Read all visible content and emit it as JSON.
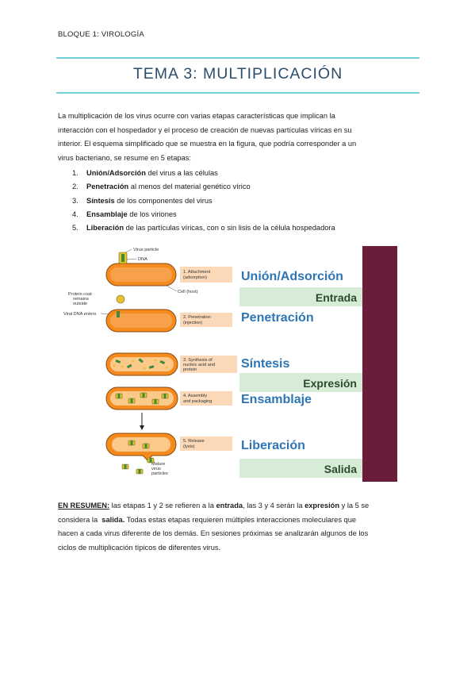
{
  "header": {
    "section": "BLOQUE 1: VIROLOGÍA"
  },
  "title": "TEMA 3: MULTIPLICACIÓN",
  "intro": {
    "line1": "La multiplicación de los virus ocurre con varias etapas características que implican la",
    "line2": "interacción con el hospedador y el proceso de creación de nuevas partículas víricas en su",
    "line3": "interior. El esquema simplificado que se muestra en la figura, que podría corresponder a un",
    "line4": "virus bacteriano, se resume en 5 etapas:"
  },
  "steps": [
    {
      "num": "1.",
      "term": "Unión/Adsorción",
      "rest": " del virus a las células"
    },
    {
      "num": "2.",
      "term": "Penetración",
      "rest": " al menos del material genético vírico"
    },
    {
      "num": "3.",
      "term": "Síntesis",
      "rest": " de los componentes del virus"
    },
    {
      "num": "4.",
      "term": "Ensamblaje",
      "rest": " de los viriones"
    },
    {
      "num": "5.",
      "term": "Liberación",
      "rest": " de las partículas víricas, con o sin lisis de la célula hospedadora"
    }
  ],
  "figure": {
    "labels": {
      "virus_particle": "Virus particle",
      "dna": "DNA",
      "cell_host": "Cell (host)",
      "protein_coat_1": "Protein coat",
      "protein_coat_2": "remains",
      "protein_coat_3": "outside",
      "viral_dna_enters": "Viral DNA enters",
      "mature_1": "Mature",
      "mature_2": "virus",
      "mature_3": "particles"
    },
    "boxes": [
      {
        "l1": "1. Attachment",
        "l2": "(adsorption)"
      },
      {
        "l1": "2. Penetration",
        "l2": "(injection)"
      },
      {
        "l1": "3. Synthesis of",
        "l2": "nucleic acid and",
        "l3": "protein"
      },
      {
        "l1": "4. Assembly",
        "l2": "and packaging"
      },
      {
        "l1": "5. Release",
        "l2": "(lysis)"
      }
    ],
    "stage_names": {
      "union": "Unión/Adsorción",
      "penetracion": "Penetración",
      "sintesis": "Síntesis",
      "ensamblaje": "Ensamblaje",
      "liberacion": "Liberación"
    },
    "phases": {
      "entrada": "Entrada",
      "expresion": "Expresión",
      "salida": "Salida"
    },
    "colors": {
      "stage_text": "#2e75b6",
      "phase_band": "#d6ecd6",
      "phase_text": "#2c4a2c",
      "side_bar": "#6b1c3a",
      "cell_fill": "#f58a1f",
      "cell_inner": "#fbc98a",
      "box_fill": "#fbd9b8"
    }
  },
  "summary": {
    "lead": "EN RESUMEN:",
    "p1": " las etapas 1 y 2 se refieren a la ",
    "b1": "entrada",
    "p2": ", las 3 y 4 serán la ",
    "b2": "expresión",
    "p3": " y la 5 se",
    "line2a": "considera la  ",
    "b3": "salida.",
    "line2b": " Todas estas etapas requieren múltiples interacciones moleculares que",
    "line3": "hacen a cada virus diferente de los demás. En sesiones próximas se analizarán algunos de los",
    "line4": "ciclos de multiplicación típicos de diferentes virus."
  }
}
